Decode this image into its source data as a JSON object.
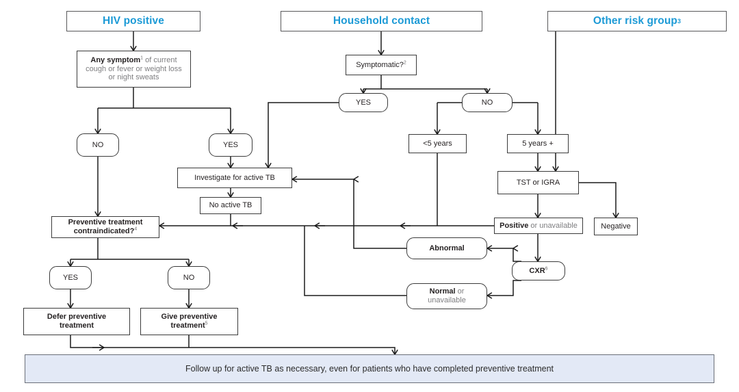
{
  "title": "Algorithm for TB preventive treatment",
  "colors": {
    "header_text": "#1c9ad6",
    "node_border": "#3a3a3a",
    "header_border": "#58585a",
    "banner_fill": "#e3e9f6",
    "banner_border": "#6a6e78",
    "body_text": "#231f20",
    "muted_text": "#7e7e80",
    "connector": "#1a1a1a"
  },
  "headers": [
    {
      "id": "hiv-positive",
      "label": "HIV positive"
    },
    {
      "id": "household-contact",
      "label": "Household contact"
    },
    {
      "id": "other-risk-group",
      "label": "Other risk group",
      "sup": "3"
    }
  ],
  "nodes": {
    "any_symptom": {
      "strong": "Any symptom",
      "sup": "1",
      "line1_rest": " of current",
      "line2": "cough or fever or weight loss",
      "line3": "or night sweats"
    },
    "symptomatic": {
      "label": "Symptomatic?",
      "sup": "2"
    },
    "hiv_no": {
      "label": "NO"
    },
    "hiv_yes": {
      "label": "YES"
    },
    "hh_yes": {
      "label": "YES"
    },
    "hh_no": {
      "label": "NO"
    },
    "under5": {
      "label": "<5 years"
    },
    "over5": {
      "label": "5 years +"
    },
    "tst_igra": {
      "label": "TST or IGRA"
    },
    "positive": {
      "strong": "Positive",
      "rest": " or unavailable"
    },
    "negative": {
      "label": "Negative"
    },
    "investigate": {
      "label": "Investigate for active TB"
    },
    "no_active_tb": {
      "label": "No active TB"
    },
    "contraindicated": {
      "line1": "Preventive treatment",
      "line2": "contraindicated?",
      "sup": "4"
    },
    "abnormal": {
      "label": "Abnormal"
    },
    "cxr": {
      "label": "CXR",
      "sup": "6"
    },
    "normal": {
      "strong": "Normal",
      "rest": " or",
      "line2": "unavailable"
    },
    "pt_yes": {
      "label": "YES"
    },
    "pt_no": {
      "label": "NO"
    },
    "defer": {
      "line1": "Defer preventive",
      "line2": "treatment"
    },
    "give": {
      "line1": "Give preventive",
      "line2": "treatment",
      "sup": "5"
    },
    "follow_up": {
      "label": "Follow up for active TB as necessary, even for patients who have completed preventive treatment"
    }
  }
}
